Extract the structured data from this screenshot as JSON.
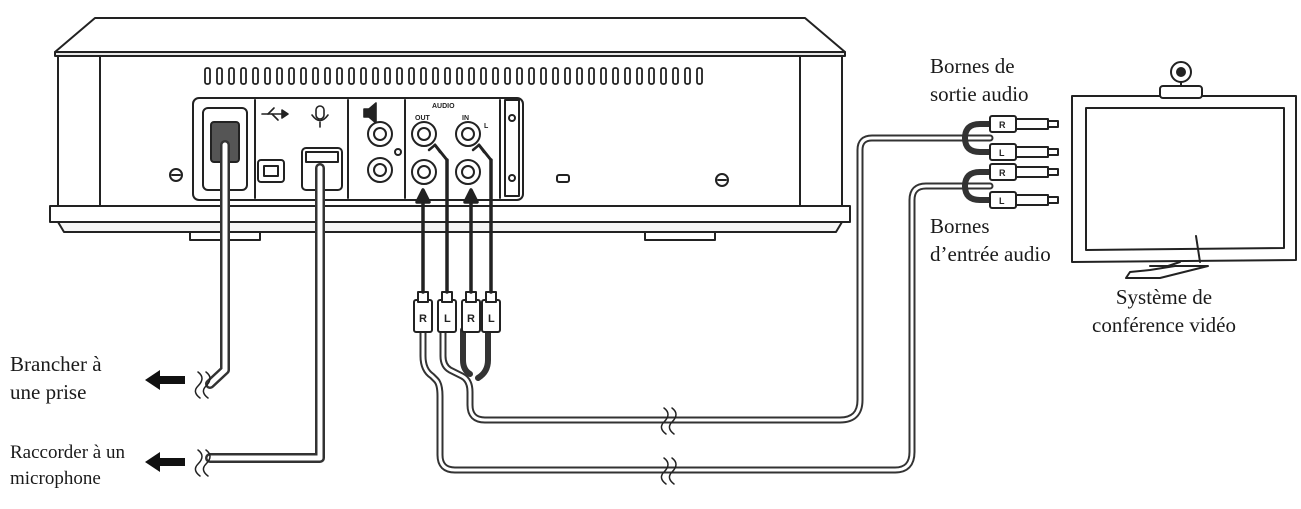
{
  "labels": {
    "audio_out_terminals": [
      "Bornes de",
      "sortie audio"
    ],
    "audio_in_terminals": [
      "Bornes",
      "d’entrée audio"
    ],
    "video_conf_system": [
      "Système de",
      "conférence vidéo"
    ],
    "plug_outlet": [
      "Brancher à",
      "une prise"
    ],
    "connect_mic": [
      "Raccorder à un",
      "microphone"
    ]
  },
  "device_panel": {
    "audio_label": "AUDIO",
    "out_label": "OUT",
    "in_label": "IN",
    "left_label": "L"
  },
  "plugs": {
    "speaker_side": [
      "R",
      "L",
      "R",
      "L"
    ],
    "monitor_out": [
      "R",
      "L"
    ],
    "monitor_in": [
      "R",
      "L"
    ]
  },
  "icons": {
    "usb": "usb-icon",
    "mic": "microphone-icon",
    "speaker": "speaker-icon",
    "arrow": "arrow-left-icon"
  }
}
